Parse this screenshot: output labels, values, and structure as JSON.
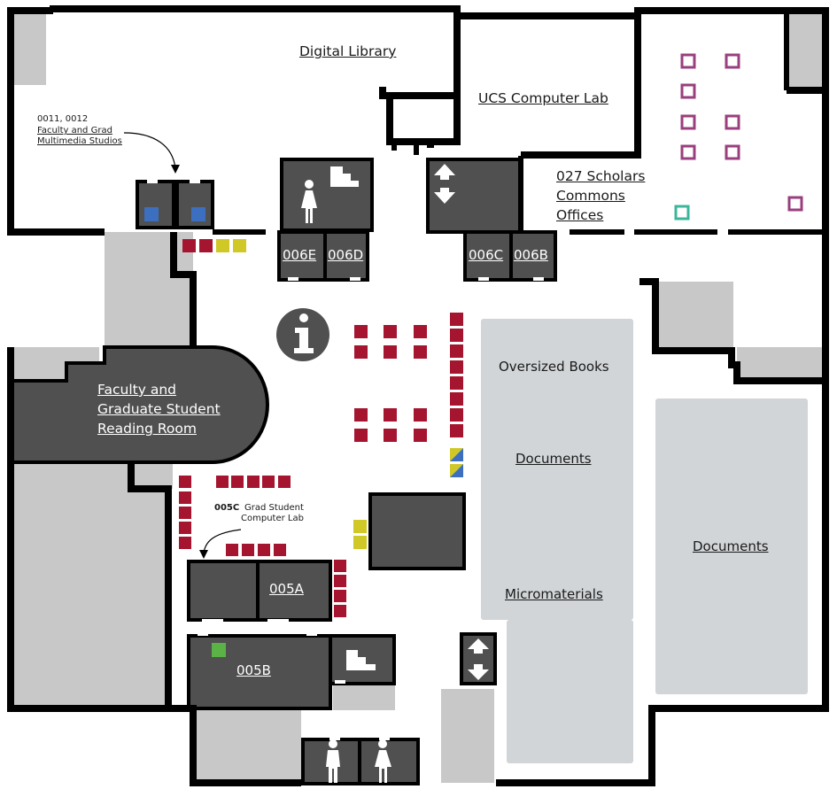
{
  "map": {
    "rooms": {
      "digital_library": "Digital Library",
      "ucs_lab": "UCS Computer Lab",
      "scholars_commons": [
        "027 Scholars",
        "Commons",
        "Offices"
      ],
      "faculty_reading_room": [
        "Faculty and",
        "Graduate Student",
        "Reading Room"
      ],
      "oversized_books": "Oversized Books",
      "documents_center": "Documents",
      "documents_right": "Documents",
      "micromaterials": "Micromaterials",
      "room_006E": "006E",
      "room_006D": "006D",
      "room_006C": "006C",
      "room_006B": "006B",
      "room_005A": "005A",
      "room_005B": "005B"
    },
    "callouts": {
      "studios_number": "0011, 0012",
      "studios_name": [
        "Faculty and Grad",
        "Multimedia Studios"
      ],
      "lab_005c_code": "005C",
      "lab_005c_text": [
        "Grad Student",
        "Computer Lab"
      ]
    },
    "icons": [
      "info-icon",
      "restroom-women-icon",
      "restroom-men-icon",
      "stairs-icon",
      "elevator-icon"
    ],
    "colors": {
      "wall": "#000000",
      "room_dark": "#505050",
      "area_light": "#c8c8c8",
      "shelf_area": "#d1d5d8",
      "seat_red": "#a5152f",
      "seat_yellow": "#cfc826",
      "seat_blue": "#3d6fc0",
      "seat_green": "#5bb348",
      "marker_magenta": "#9a3f7e",
      "marker_teal": "#3cb69a"
    }
  }
}
